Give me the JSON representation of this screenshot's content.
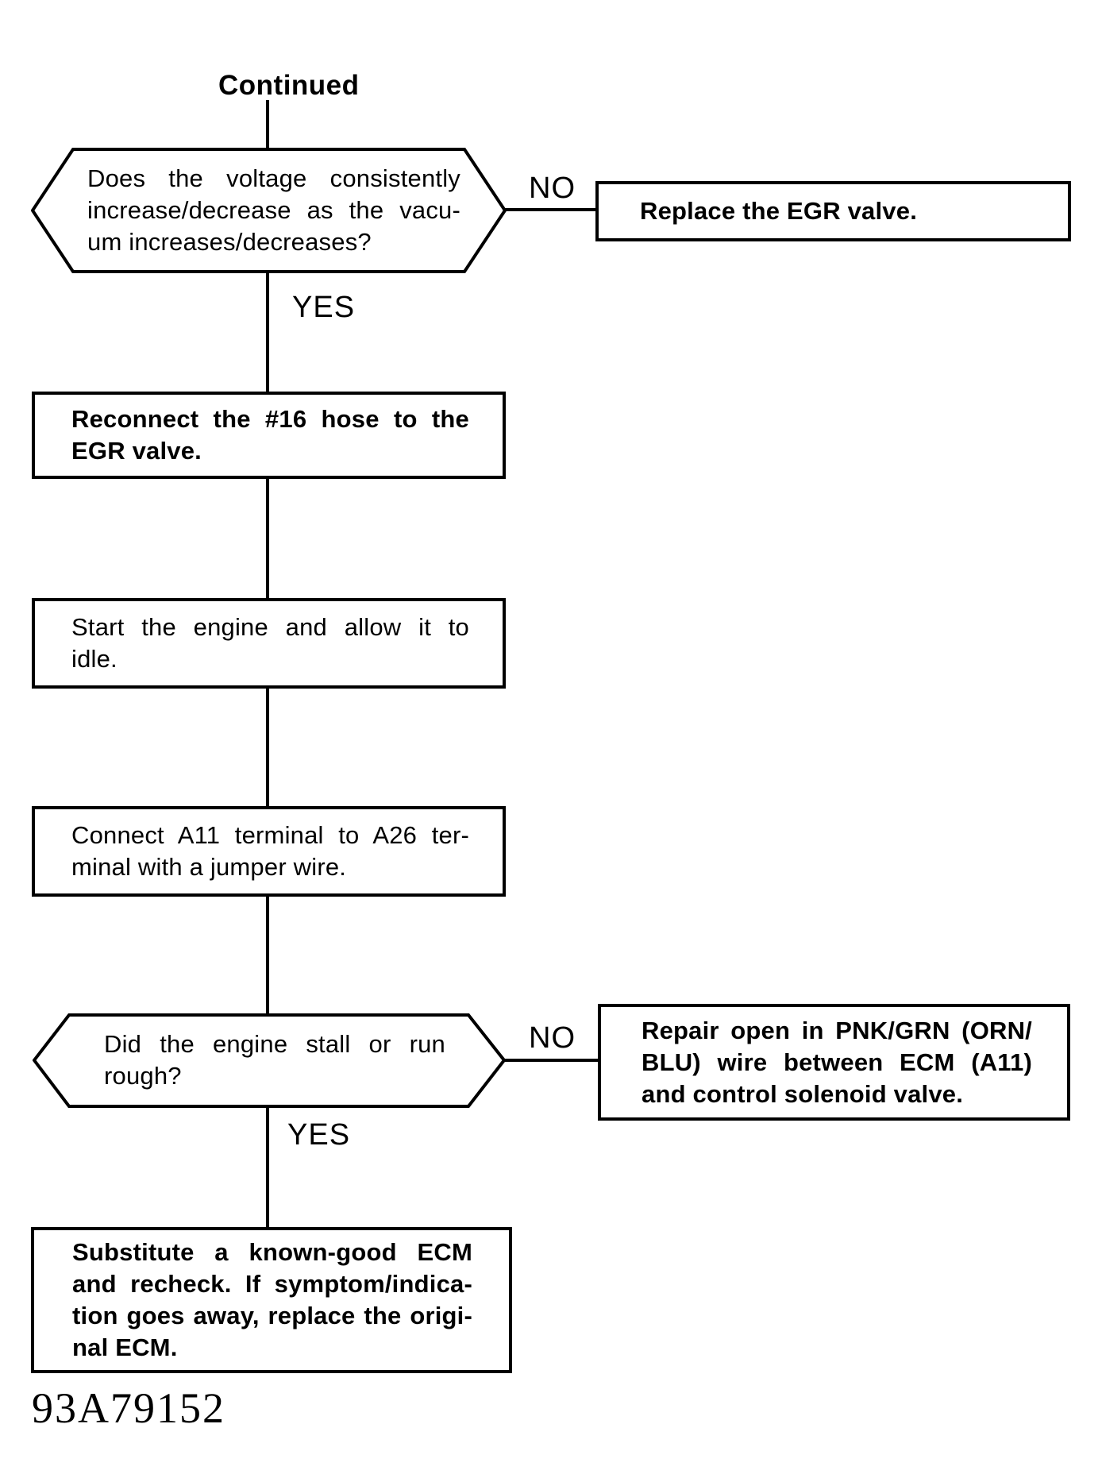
{
  "page": {
    "continued_label": "Continued",
    "figure_code": "93A79152"
  },
  "colors": {
    "ink": "#000000",
    "paper": "#ffffff"
  },
  "labels": {
    "no1": "NO",
    "yes1": "YES",
    "no2": "NO",
    "yes2": "YES"
  },
  "nodes": {
    "decision_voltage": {
      "type": "decision",
      "lines": [
        "Does the voltage consistently",
        "increase/decrease as the vacu-",
        "um increases/decreases?"
      ]
    },
    "replace_egr": {
      "type": "action",
      "lines": [
        "Replace the EGR valve."
      ]
    },
    "reconnect_hose": {
      "type": "action",
      "lines": [
        "Reconnect the #16 hose to the",
        "EGR valve."
      ]
    },
    "start_engine": {
      "type": "action",
      "lines": [
        "Start the engine and allow it to",
        "idle."
      ]
    },
    "connect_terminals": {
      "type": "action",
      "lines": [
        "Connect A11 terminal to A26 ter-",
        "minal with a jumper wire."
      ]
    },
    "decision_stall": {
      "type": "decision",
      "lines": [
        "Did the engine stall or run",
        "rough?"
      ]
    },
    "repair_open": {
      "type": "action",
      "lines": [
        "Repair open in PNK/GRN (ORN/",
        "BLU) wire between ECM (A11)",
        "and control solenoid valve."
      ]
    },
    "substitute_ecm": {
      "type": "action",
      "lines": [
        "Substitute a known-good ECM",
        "and recheck. If symptom/indica-",
        "tion goes away, replace the origi-",
        "nal ECM."
      ]
    }
  }
}
